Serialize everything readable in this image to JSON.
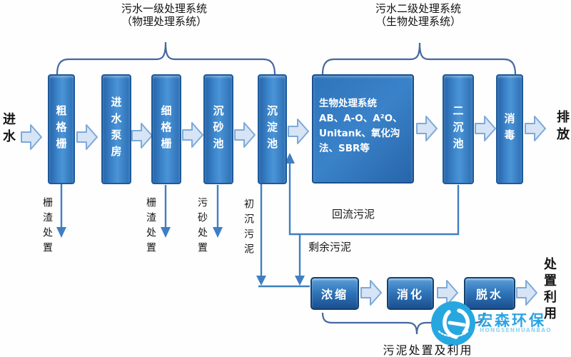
{
  "titles": {
    "primary": {
      "line1": "污水一级处理系统",
      "line2": "（物理处理系统）"
    },
    "secondary": {
      "line1": "污水二级处理系统",
      "line2": "（生物处理系统）"
    }
  },
  "flow": {
    "inflow": "进水",
    "stages": [
      "粗格栅",
      "进水泵房",
      "细格栅",
      "沉砂池",
      "沉淀池"
    ],
    "bio": {
      "line1": "生物处理系统",
      "line2": "AB、A-O、A²O、",
      "line3": "Unitank、氧化沟",
      "line4": "法、SBR等"
    },
    "post_stages": [
      "二沉池",
      "消毒"
    ],
    "outflow": "排放"
  },
  "disposal": {
    "coarse_screen_residue": "栅渣处置",
    "fine_screen_residue": "栅渣处置",
    "grit": "污砂处置",
    "primary_sludge": "初沉污泥",
    "return_sludge": "回流污泥",
    "excess_sludge": "剩余污泥"
  },
  "sludge": {
    "stages": [
      "浓缩",
      "消化",
      "脱水"
    ],
    "end_label": "处置利用",
    "caption": "污泥处置及利用"
  },
  "logo": {
    "brand": "宏森环保",
    "subtext": "HONGSENHUANBAO"
  },
  "colors": {
    "box_blue": "#2f74b8",
    "box_border": "#1d5a9b",
    "arrow_fill": "#d6e4f5",
    "arrow_stroke": "#7ea9d8",
    "line_blue": "#3f7fc1",
    "brace_blue": "#46689e",
    "logo_blue": "#27a7e0",
    "brand_blue": "#2ea3e3"
  }
}
